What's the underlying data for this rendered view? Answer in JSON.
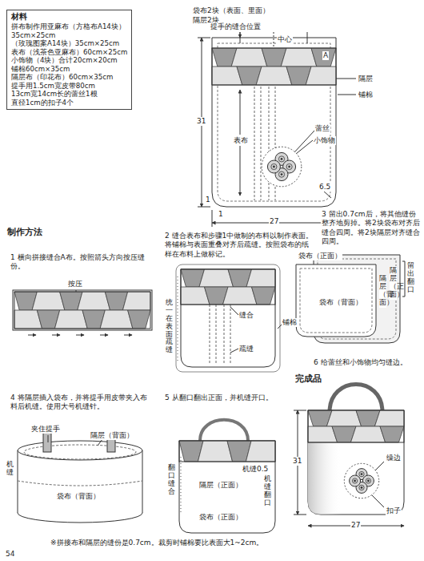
{
  "diagram": {
    "nodes": [
      {
        "text": [
          "材料",
          "拼布制作用亚麻布（方格布A14块）",
          "35cm×25cm",
          "（玫瑰图案A14块）35cm×25cm",
          "表布（浅茶色亚麻布）60cm×25cm",
          "小饰物（4块）合计20cm×20cm",
          "铺棉60cm×35cm",
          "隔层布（印花布）60cm×35cm",
          "提手用1.5cm宽皮带80cm",
          "13cm宽14cm长的蕾丝1根",
          "直径1cm的扣子4个"
        ]
      }
    ],
    "labels": [
      "袋布2块（表面、里面）",
      "隔层2块",
      "提手的缝合位置",
      "中心",
      "A",
      "隔层",
      "铺棉",
      "蕾丝",
      "小饰物",
      "表布",
      "31",
      "1",
      "27",
      "6.5",
      "1",
      "制作方法",
      "1 横向拼接缝合A布。按照箭头方向按压缝份。",
      "按压",
      "2 缝合表布和步骤1中做制的布料以制作表面。将铺棉与表面重叠对齐后疏缝。按照袋布的纸样在布料上做标记。",
      "统一在表面疏缝",
      "缝合",
      "疏缝",
      "铺棉",
      "3 留出0.7cm后，将其他缝份整齐地剪掉。将2块袋布对齐后缝合四周。将2块隔层对齐缝合四周。",
      "袋布（正面）",
      "隔层（正面）",
      "留出翻口",
      "袋布（背面）",
      "隔层（背面）",
      "6 给蕾丝和小饰物均匀缝边。",
      "完成品",
      "4 将隔层插入袋布，并将提手用皮带夹入布料后机缝。使用大号机缝针。",
      "夹住提手",
      "隔层（背面）",
      "机缝",
      "袋布（背面）",
      "5 从翻口翻出正面，并机缝开口。",
      "机缝0.5",
      "隔层（正面）",
      "翻口缝合",
      "机缝翻口",
      "袋布（正面）",
      "31",
      "27",
      "缲边",
      "扣子",
      "※拼接布和隔层的缝份是0.7cm。裁剪时铺棉要比表面大1~2cm。",
      "54"
    ]
  }
}
